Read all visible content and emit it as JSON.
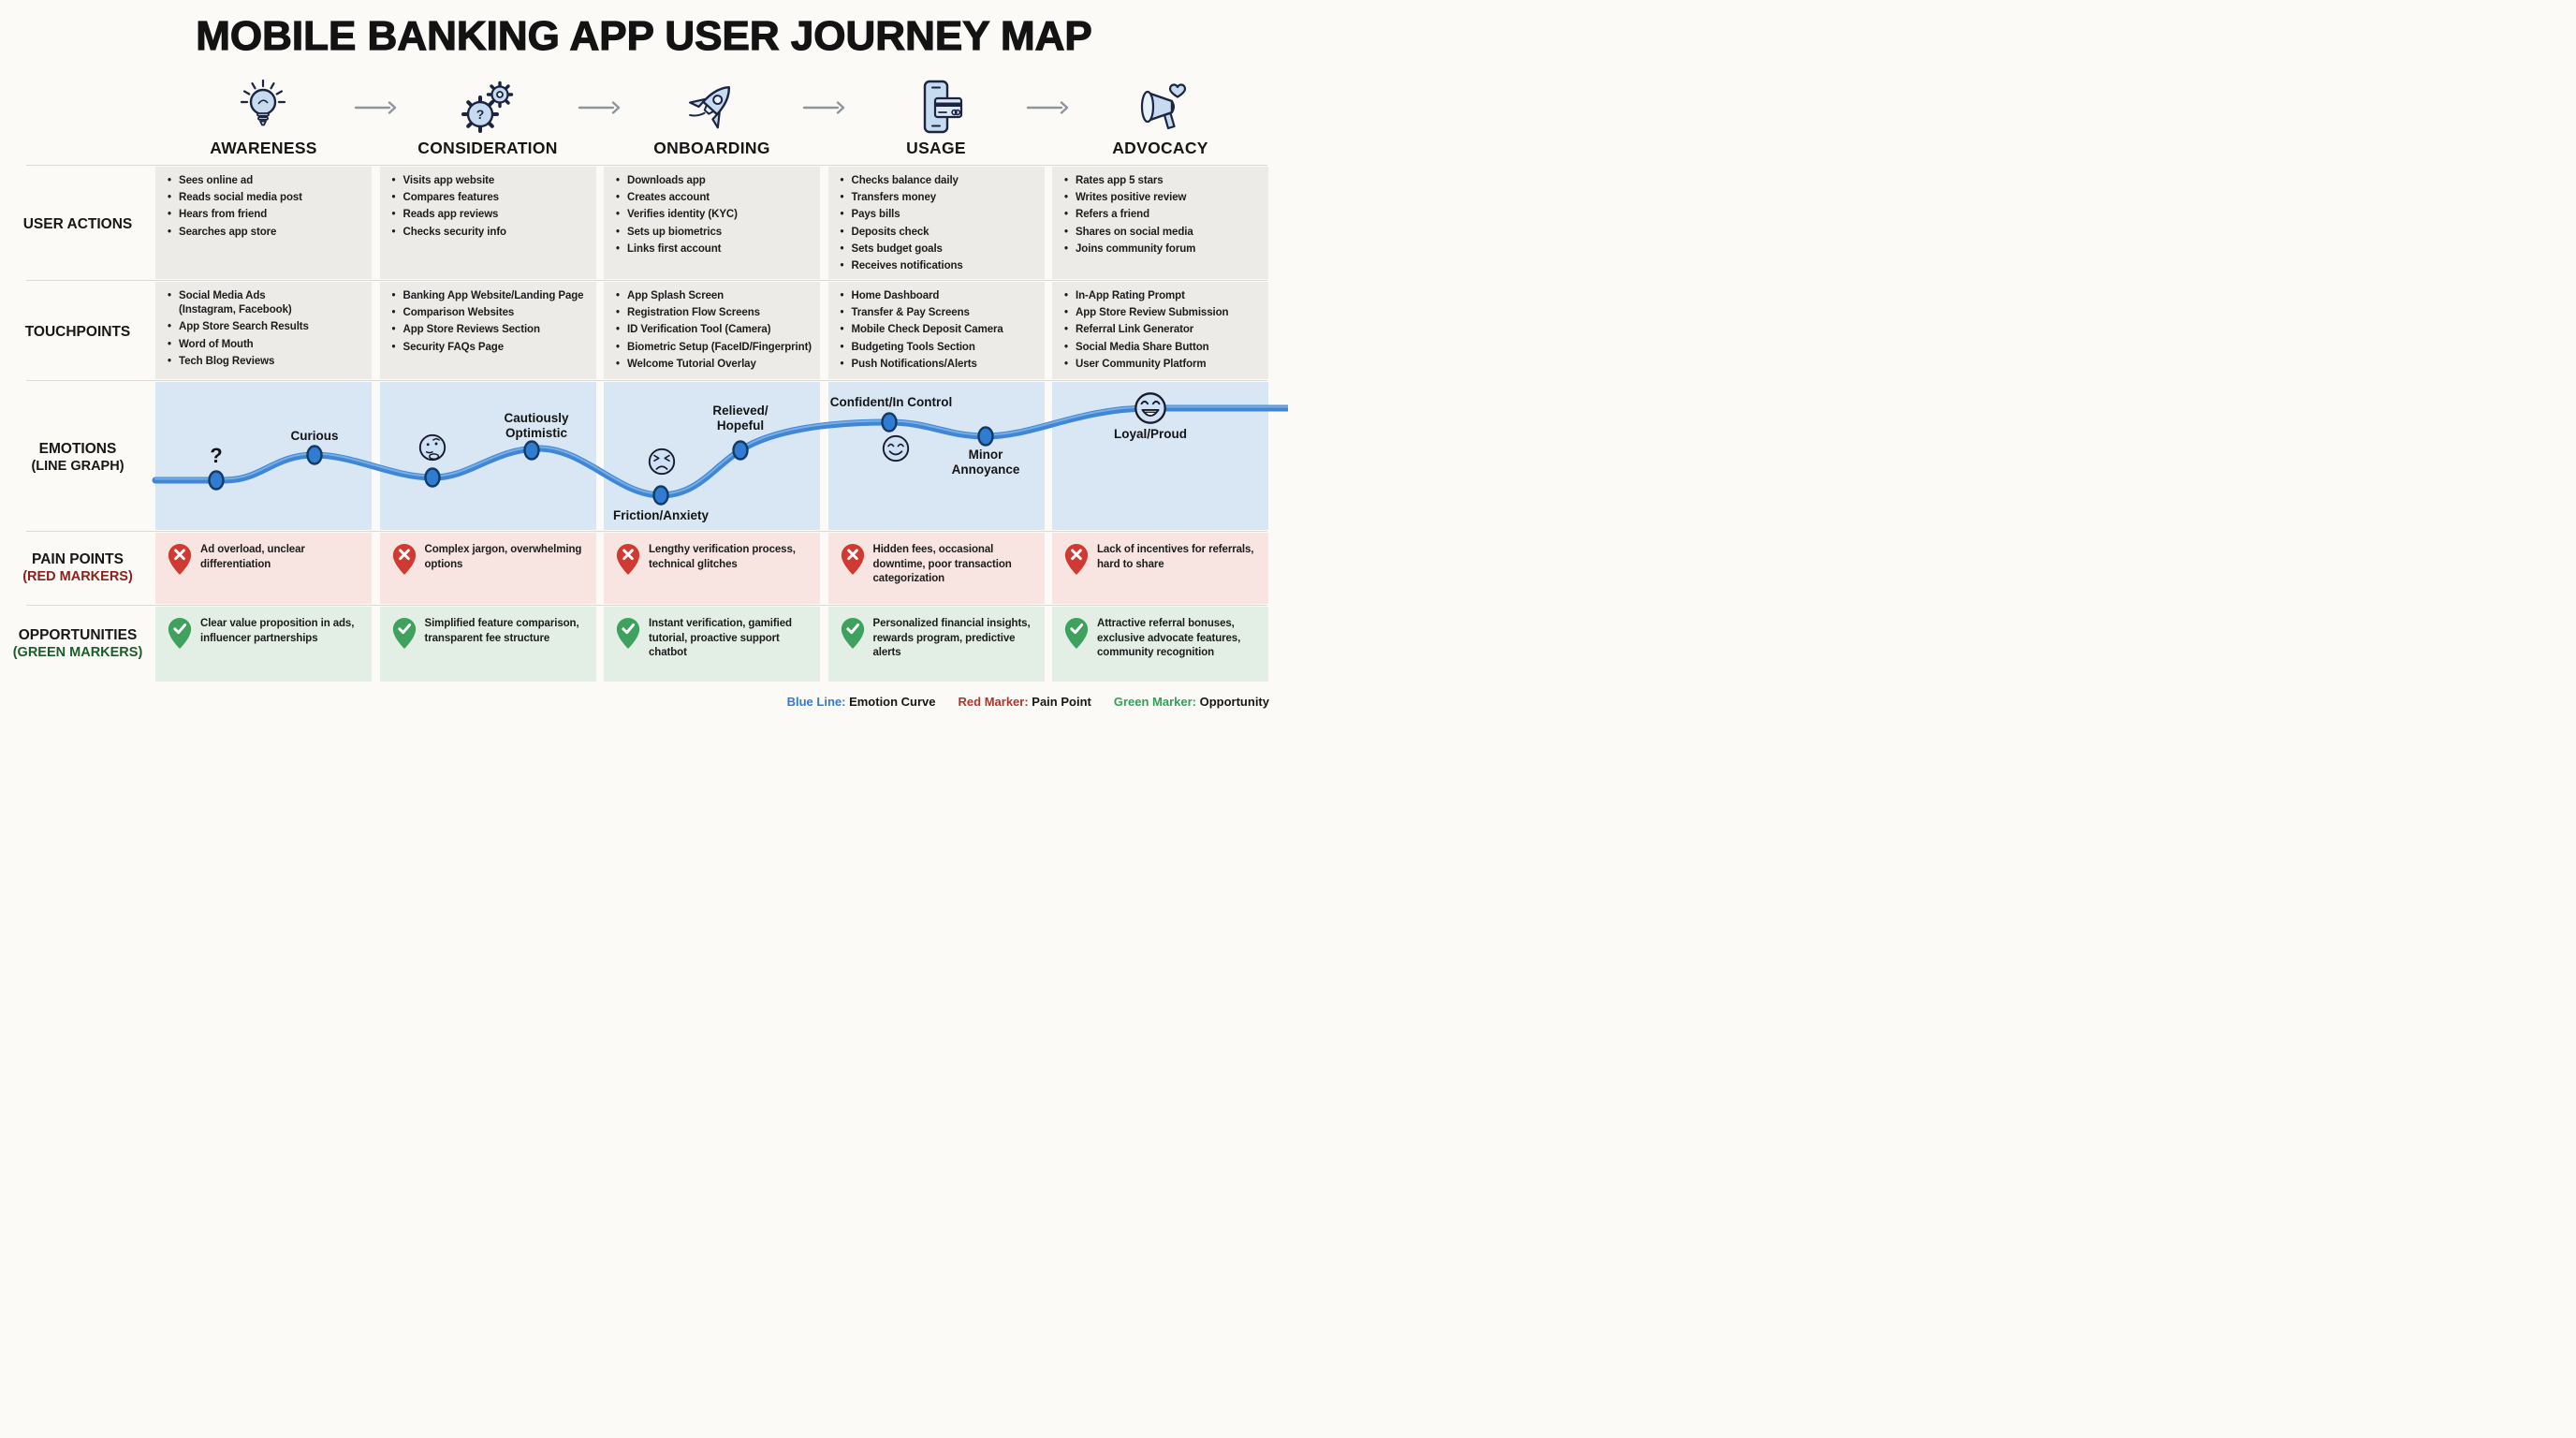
{
  "title": "MOBILE BANKING APP USER JOURNEY MAP",
  "stages": [
    {
      "label": "AWARENESS",
      "icon": "lightbulb"
    },
    {
      "label": "CONSIDERATION",
      "icon": "gears"
    },
    {
      "label": "ONBOARDING",
      "icon": "rocket"
    },
    {
      "label": "USAGE",
      "icon": "phone-card"
    },
    {
      "label": "ADVOCACY",
      "icon": "megaphone-heart"
    }
  ],
  "rows": {
    "user_actions": {
      "label": "USER ACTIONS",
      "columns": [
        [
          "Sees online ad",
          "Reads social media post",
          "Hears from friend",
          "Searches app store"
        ],
        [
          "Visits app website",
          "Compares features",
          "Reads app reviews",
          "Checks security info"
        ],
        [
          "Downloads app",
          "Creates account",
          "Verifies identity (KYC)",
          "Sets up biometrics",
          "Links first account"
        ],
        [
          "Checks balance daily",
          "Transfers money",
          "Pays bills",
          "Deposits check",
          "Sets budget goals",
          "Receives notifications"
        ],
        [
          "Rates app 5 stars",
          "Writes positive review",
          "Refers a friend",
          "Shares on social media",
          "Joins community forum"
        ]
      ]
    },
    "touchpoints": {
      "label": "TOUCHPOINTS",
      "columns": [
        [
          "Social Media Ads\n(Instagram, Facebook)",
          "App Store Search Results",
          "Word of Mouth",
          "Tech Blog Reviews"
        ],
        [
          "Banking App Website/Landing Page",
          "Comparison Websites",
          "App Store Reviews Section",
          "Security FAQs Page"
        ],
        [
          "App Splash Screen",
          "Registration Flow Screens",
          "ID Verification Tool (Camera)",
          "Biometric Setup (FaceID/Fingerprint)",
          "Welcome Tutorial Overlay"
        ],
        [
          "Home Dashboard",
          "Transfer & Pay Screens",
          "Mobile Check Deposit Camera",
          "Budgeting Tools Section",
          "Push Notifications/Alerts"
        ],
        [
          "In-App Rating Prompt",
          "App Store Review Submission",
          "Referral Link Generator",
          "Social Media Share Button",
          "User Community Platform"
        ]
      ]
    },
    "emotions": {
      "label": "EMOTIONS",
      "sublabel": "(LINE GRAPH)",
      "curve_labels": {
        "q": "?",
        "curious": "Curious",
        "cautious": "Cautiously\nOptimistic",
        "friction": "Friction/Anxiety",
        "relieved": "Relieved/\nHopeful",
        "confident": "Confident/In Control",
        "minor": "Minor\nAnnoyance",
        "loyal": "Loyal/Proud"
      }
    },
    "pain_points": {
      "label": "PAIN POINTS",
      "sublabel": "(RED MARKERS)",
      "items": [
        "Ad overload, unclear differentiation",
        "Complex jargon, overwhelming options",
        "Lengthy verification process, technical glitches",
        "Hidden fees, occasional downtime, poor transaction categorization",
        "Lack of incentives for referrals, hard to share"
      ]
    },
    "opportunities": {
      "label": "OPPORTUNITIES",
      "sublabel": "(GREEN MARKERS)",
      "items": [
        "Clear value proposition in ads, influencer partnerships",
        "Simplified feature comparison, transparent fee structure",
        "Instant verification, gamified tutorial, proactive support chatbot",
        "Personalized financial insights, rewards program, predictive alerts",
        "Attractive referral bonuses, exclusive advocate features, community recognition"
      ]
    }
  },
  "legend": [
    {
      "key": "Blue Line:",
      "value": " Emotion Curve"
    },
    {
      "key": "Red Marker:",
      "value": " Pain Point"
    },
    {
      "key": "Green Marker:",
      "value": " Opportunity"
    }
  ],
  "colors": {
    "emotion_line": "#3f87d6",
    "emotion_dot": "#2f7cd1",
    "pain_marker": "#cf3b32",
    "opportunity_marker": "#3ea15d",
    "band_blue": "#d9e7f5",
    "band_gray": "#ecebe8",
    "band_pink": "#f8e4e1",
    "band_green": "#e3efe4"
  }
}
